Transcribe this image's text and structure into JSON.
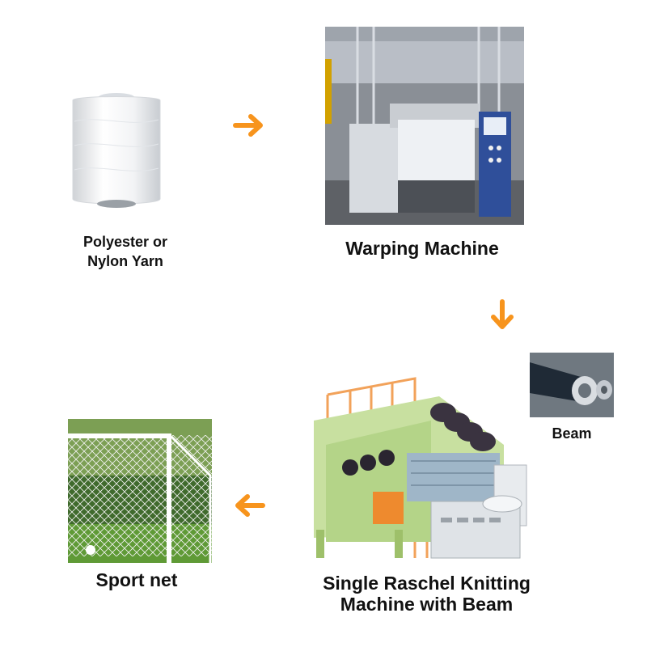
{
  "steps": {
    "yarn": {
      "label": "Polyester or\nNylon Yarn"
    },
    "warping": {
      "label": "Warping Machine"
    },
    "beam": {
      "label": "Beam"
    },
    "raschel": {
      "label": "Single Raschel Knitting\nMachine with Beam"
    },
    "sport": {
      "label": "Sport net"
    }
  },
  "colors": {
    "arrow": "#f7941d",
    "text": "#111111"
  },
  "icons": [
    "right-arrow-icon",
    "down-arrow-icon",
    "left-arrow-icon"
  ]
}
